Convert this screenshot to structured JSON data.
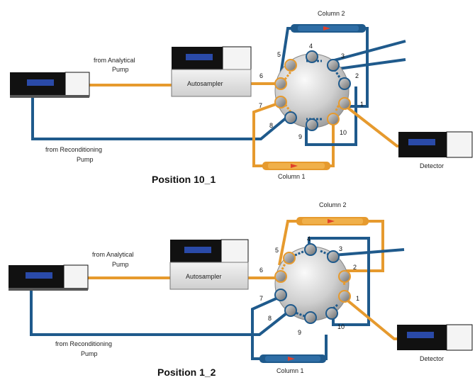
{
  "colors": {
    "analytical": "#e69a2e",
    "reconditioning": "#1f5a8c",
    "screen": "#2a4aa8",
    "device_dark": "#1c1c1c"
  },
  "panels": [
    {
      "title": "Position 10_1",
      "column2": "Column 2",
      "column1": "Column 1",
      "from_analytical": [
        "from Analytical",
        "Pump"
      ],
      "from_reconditioning": [
        "from Reconditioning",
        "Pump"
      ],
      "autosampler": "Autosampler",
      "detector": "Detector",
      "ports": [
        "1",
        "2",
        "3",
        "4",
        "5",
        "6",
        "7",
        "8",
        "9",
        "10"
      ]
    },
    {
      "title": "Position 1_2",
      "column2": "Column 2",
      "column1": "Column 1",
      "from_analytical": [
        "from Analytical",
        "Pump"
      ],
      "from_reconditioning": [
        "from Reconditioning",
        "Pump"
      ],
      "autosampler": "Autosampler",
      "detector": "Detector",
      "ports": [
        "1",
        "2",
        "3",
        "4",
        "5",
        "6",
        "7",
        "8",
        "9",
        "10"
      ]
    }
  ]
}
